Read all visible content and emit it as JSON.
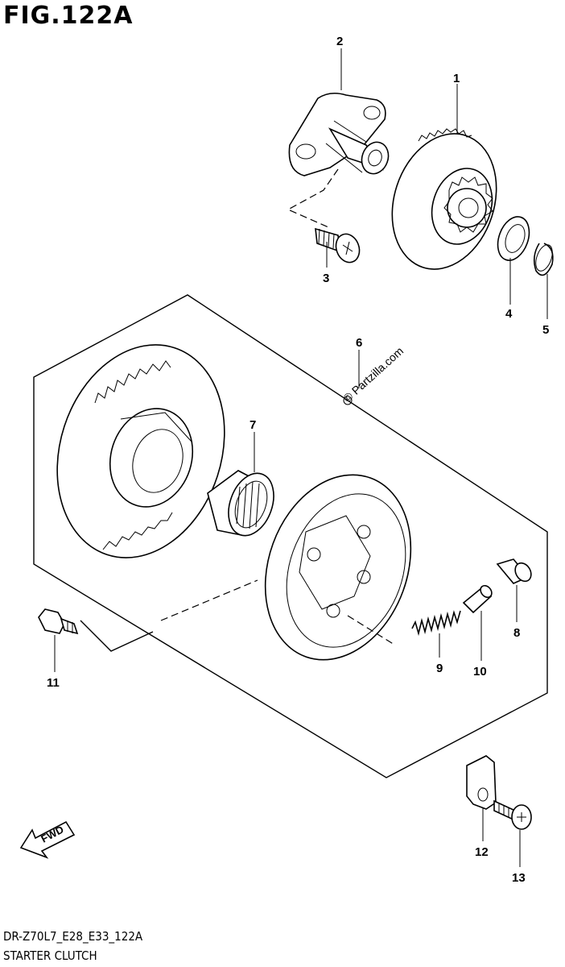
{
  "figure": {
    "title": "FIG.122A",
    "model_code": "DR-Z70L7_E28_E33_122A",
    "name": "STARTER CLUTCH",
    "watermark": "© Partzilla.com",
    "fwd_label": "FWD"
  },
  "callouts": [
    {
      "id": "1",
      "label": "1"
    },
    {
      "id": "2",
      "label": "2"
    },
    {
      "id": "3",
      "label": "3"
    },
    {
      "id": "4",
      "label": "4"
    },
    {
      "id": "5",
      "label": "5"
    },
    {
      "id": "6",
      "label": "6"
    },
    {
      "id": "7",
      "label": "7"
    },
    {
      "id": "8",
      "label": "8"
    },
    {
      "id": "9",
      "label": "9"
    },
    {
      "id": "10",
      "label": "10"
    },
    {
      "id": "11",
      "label": "11"
    },
    {
      "id": "12",
      "label": "12"
    },
    {
      "id": "13",
      "label": "13"
    }
  ]
}
